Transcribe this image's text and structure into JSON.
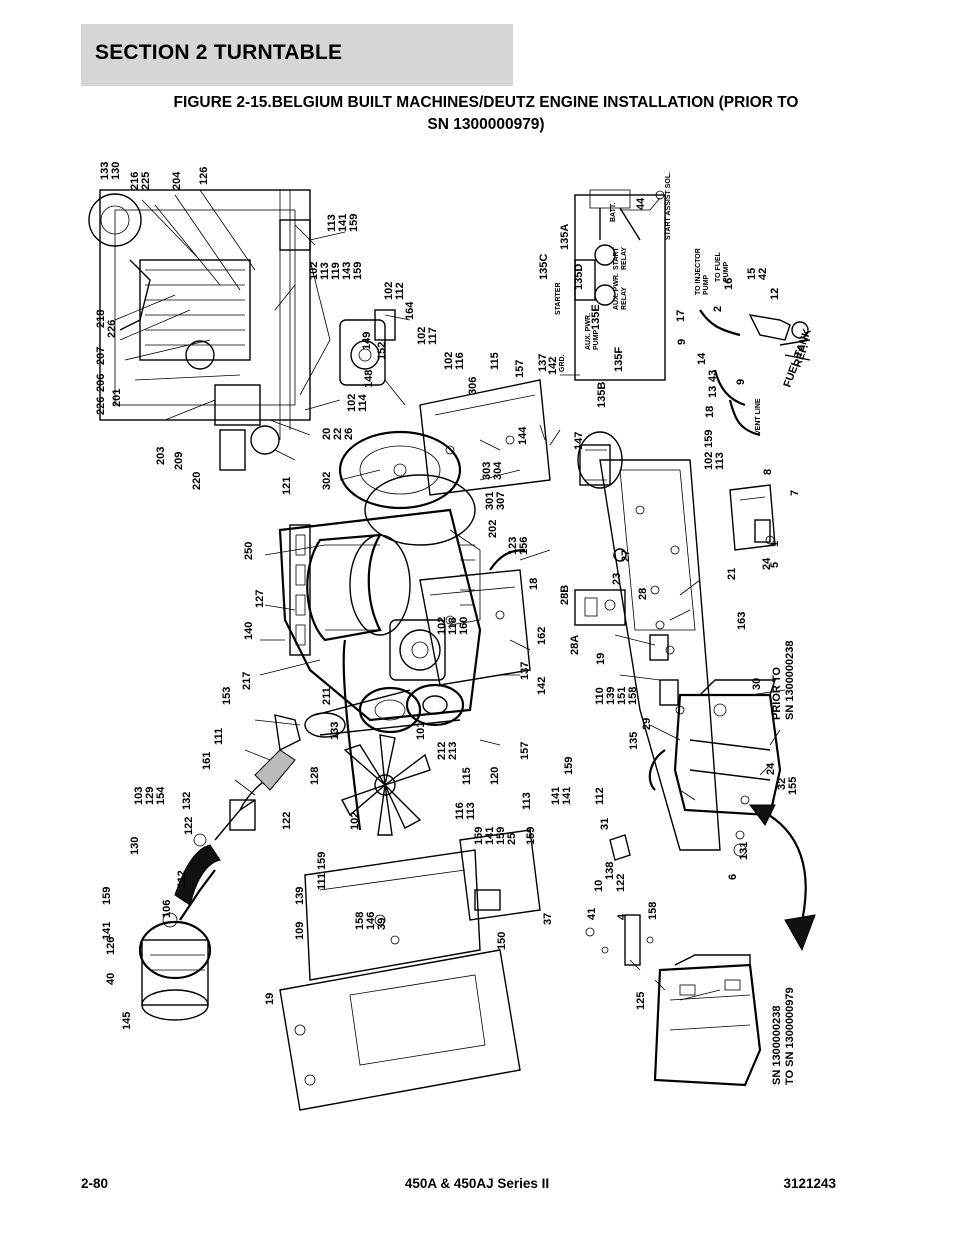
{
  "header": {
    "section_title": "SECTION 2   TURNTABLE"
  },
  "figure": {
    "title_line1": "FIGURE 2-15.BELGIUM BUILT MACHINES/DEUTZ ENGINE INSTALLATION (PRIOR TO",
    "title_line2": "SN 1300000979)"
  },
  "diagram": {
    "notes": {
      "prior_to": "PRIOR TO",
      "prior_to_sn": "SN 1300000238",
      "range_from": "SN 1300000238",
      "range_to": "TO SN 1300000979",
      "fuel_tank": "FUEL TANK",
      "fuel_tank_ref": "REF.",
      "vent_line": "VENT LINE",
      "to_injector": "TO INJECTOR",
      "to_injector_pump": "PUMP",
      "to_fuel": "TO FUEL",
      "to_fuel_pump": "PUMP",
      "start_assist": "START ASSIST SOL.",
      "starter": "STARTER",
      "batt": "BATT.",
      "start_relay": "START",
      "start_relay2": "RELAY",
      "aux_relay": "AUX. PWR.",
      "aux_relay2": "RELAY",
      "aux_pump": "AUX. PWR.",
      "aux_pump2": "PUMP",
      "grd": "GRD."
    },
    "callouts": [
      "133",
      "130",
      "216",
      "225",
      "204",
      "126",
      "113",
      "141",
      "159",
      "102",
      "113",
      "119",
      "143",
      "159",
      "102",
      "112",
      "164",
      "218",
      "226",
      "207",
      "206",
      "226",
      "201",
      "149",
      "152",
      "148",
      "102",
      "114",
      "102",
      "117",
      "102",
      "116",
      "306",
      "115",
      "157",
      "137",
      "142",
      "135C",
      "135A",
      "44",
      "135D",
      "135E",
      "135F",
      "135B",
      "17",
      "16",
      "2",
      "15",
      "42",
      "12",
      "9",
      "14",
      "43",
      "13",
      "18",
      "9",
      "203",
      "209",
      "220",
      "121",
      "20",
      "22",
      "26",
      "302",
      "303",
      "304",
      "301",
      "307",
      "144",
      "147",
      "159",
      "102",
      "113",
      "8",
      "7",
      "250",
      "127",
      "140",
      "202",
      "123",
      "156",
      "18",
      "27",
      "23",
      "28B",
      "28",
      "102",
      "118",
      "160",
      "162",
      "28A",
      "19",
      "24",
      "1",
      "5",
      "21",
      "163",
      "217",
      "211",
      "133",
      "101",
      "137",
      "142",
      "110",
      "139",
      "151",
      "158",
      "30",
      "153",
      "111",
      "161",
      "212",
      "213",
      "115",
      "120",
      "157",
      "135",
      "29",
      "128",
      "103",
      "129",
      "154",
      "132",
      "122",
      "113",
      "159",
      "141",
      "141",
      "159",
      "112",
      "31",
      "24",
      "32",
      "155",
      "122",
      "130",
      "102",
      "116",
      "113",
      "159",
      "141",
      "159",
      "25",
      "6",
      "131",
      "112",
      "159",
      "111",
      "10",
      "138",
      "122",
      "106",
      "141",
      "159",
      "109",
      "139",
      "158",
      "146",
      "39",
      "37",
      "41",
      "4",
      "158",
      "126",
      "40",
      "150",
      "125",
      "19",
      "145"
    ]
  },
  "footer": {
    "page": "2-80",
    "model": "450A & 450AJ Series II",
    "doc_number": "3121243"
  }
}
